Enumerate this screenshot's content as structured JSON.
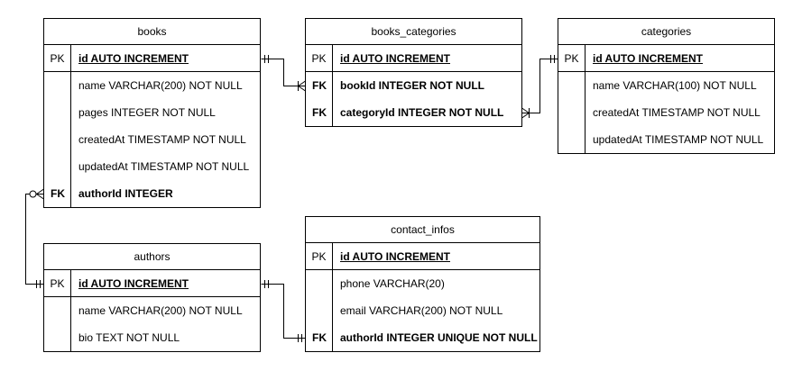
{
  "tables": {
    "books": {
      "title": "books",
      "pk_label": "PK",
      "pk_field": "id AUTO INCREMENT",
      "rows": [
        {
          "key": "",
          "field": "name VARCHAR(200) NOT NULL"
        },
        {
          "key": "",
          "field": "pages INTEGER NOT NULL"
        },
        {
          "key": "",
          "field": "createdAt TIMESTAMP NOT NULL"
        },
        {
          "key": "",
          "field": "updatedAt TIMESTAMP NOT NULL"
        },
        {
          "key": "FK",
          "field": "authorId INTEGER"
        }
      ]
    },
    "books_categories": {
      "title": "books_categories",
      "pk_label": "PK",
      "pk_field": "id AUTO INCREMENT",
      "rows": [
        {
          "key": "FK",
          "field": "bookId INTEGER NOT NULL"
        },
        {
          "key": "FK",
          "field": "categoryId INTEGER NOT NULL"
        }
      ]
    },
    "categories": {
      "title": "categories",
      "pk_label": "PK",
      "pk_field": "id AUTO INCREMENT",
      "rows": [
        {
          "key": "",
          "field": "name VARCHAR(100) NOT NULL"
        },
        {
          "key": "",
          "field": "createdAt TIMESTAMP NOT NULL"
        },
        {
          "key": "",
          "field": "updatedAt TIMESTAMP NOT NULL"
        }
      ]
    },
    "authors": {
      "title": "authors",
      "pk_label": "PK",
      "pk_field": "id AUTO INCREMENT",
      "rows": [
        {
          "key": "",
          "field": "name VARCHAR(200) NOT NULL"
        },
        {
          "key": "",
          "field": "bio TEXT NOT NULL"
        }
      ]
    },
    "contact_infos": {
      "title": "contact_infos",
      "pk_label": "PK",
      "pk_field": "id AUTO INCREMENT",
      "rows": [
        {
          "key": "",
          "field": "phone VARCHAR(20)"
        },
        {
          "key": "",
          "field": "email VARCHAR(200) NOT NULL"
        },
        {
          "key": "FK",
          "field": "authorId INTEGER UNIQUE NOT NULL"
        }
      ]
    }
  }
}
